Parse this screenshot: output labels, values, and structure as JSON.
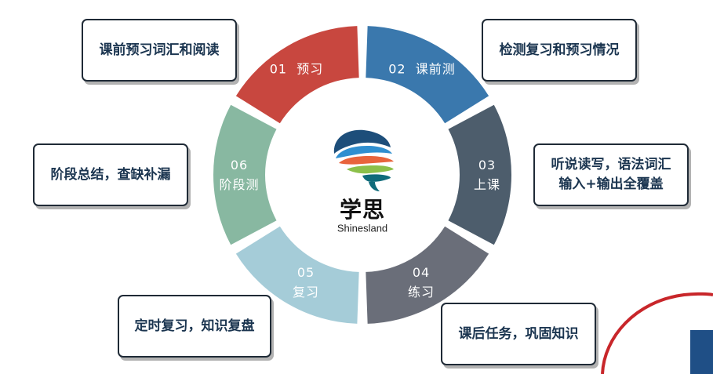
{
  "center": {
    "title": "学思",
    "subtitle": "Shinesland"
  },
  "segments": [
    {
      "id": "01",
      "num": "01",
      "label": "预习",
      "color": "#c8473f",
      "inline": true
    },
    {
      "id": "02",
      "num": "02",
      "label": "课前测",
      "color": "#3a78ad",
      "inline": true
    },
    {
      "id": "03",
      "num": "03",
      "label": "上课",
      "color": "#4d5d6c",
      "inline": false
    },
    {
      "id": "04",
      "num": "04",
      "label": "练习",
      "color": "#6a6e79",
      "inline": false
    },
    {
      "id": "05",
      "num": "05",
      "label": "复习",
      "color": "#a5ccd8",
      "inline": false
    },
    {
      "id": "06",
      "num": "06",
      "label": "阶段测",
      "color": "#88b8a1",
      "inline": false
    }
  ],
  "notes": {
    "n01": [
      "课前预习词汇和阅读"
    ],
    "n02": [
      "检测复习和预习情况"
    ],
    "n03": [
      "听说读写，语法词汇",
      "输入+输出全覆盖"
    ],
    "n04": [
      "课后任务，巩固知识"
    ],
    "n05": [
      "定时复习，知识复盘"
    ],
    "n06": [
      "阶段总结，查缺补漏"
    ]
  }
}
